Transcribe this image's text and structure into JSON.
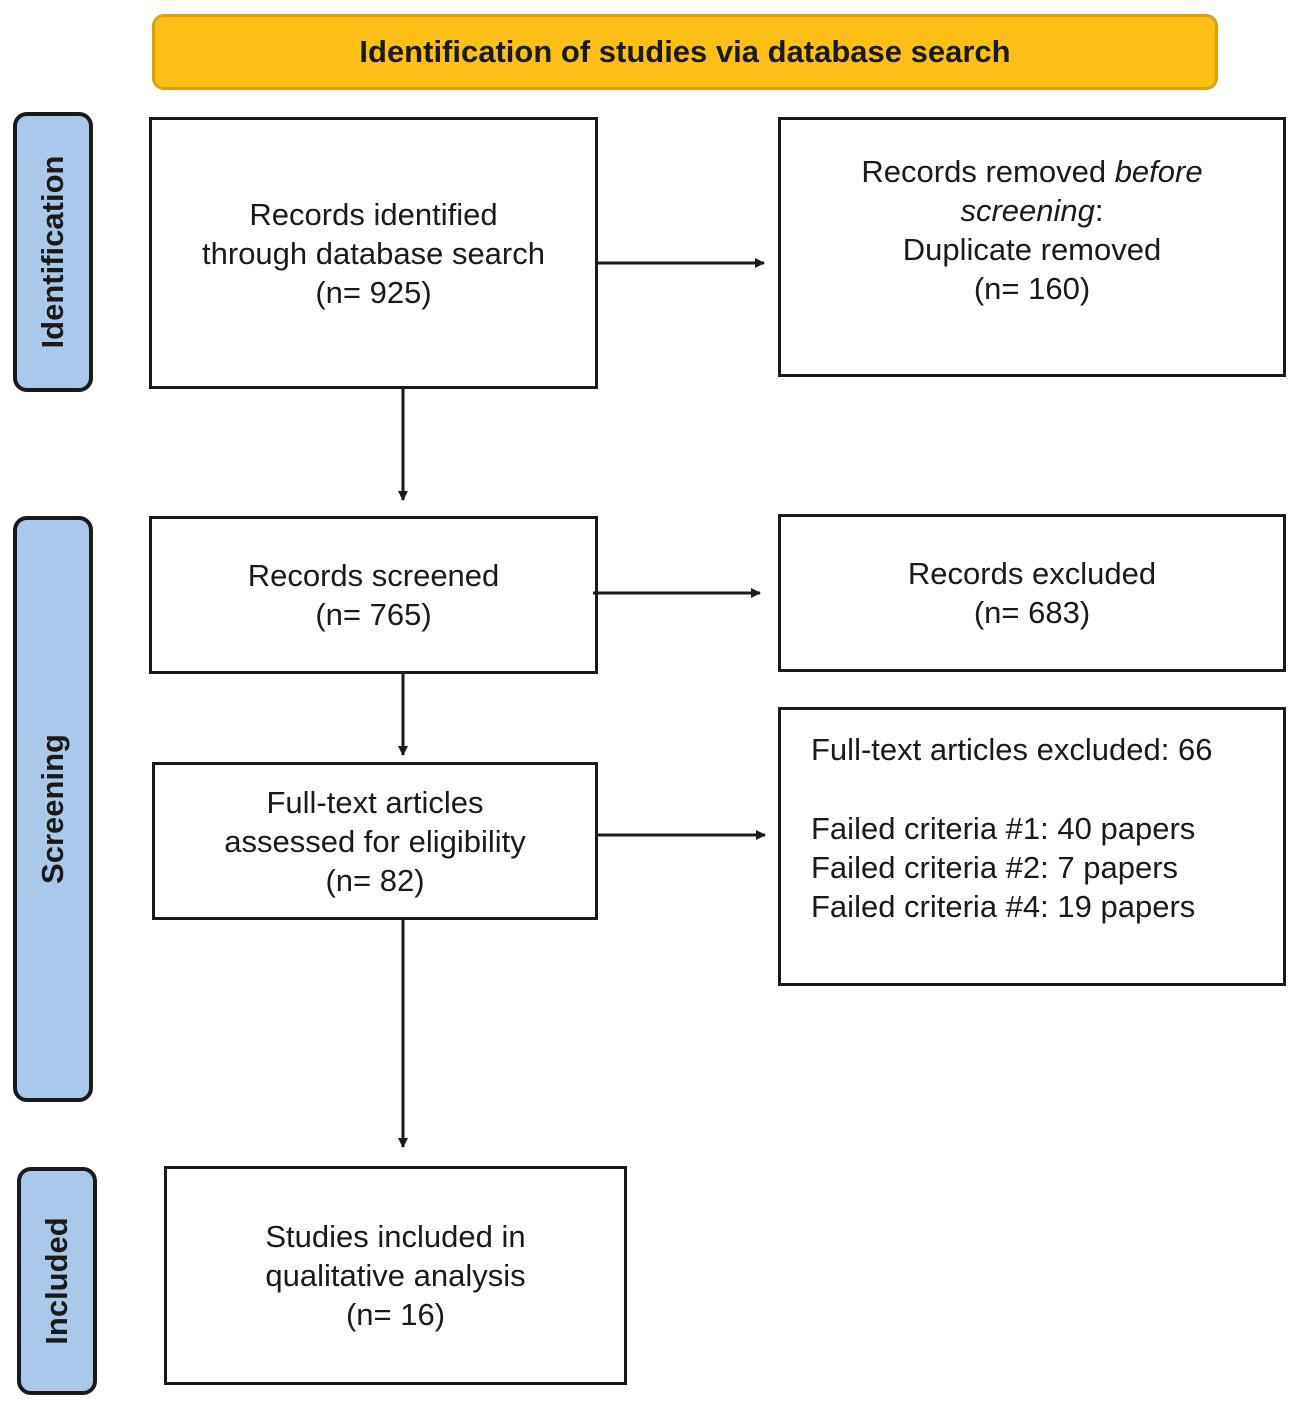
{
  "banner": {
    "title": "Identification of studies via database search"
  },
  "phases": {
    "identification": "Identification",
    "screening": "Screening",
    "included": "Included"
  },
  "boxes": {
    "records_identified": {
      "line1": "Records identified",
      "line2": "through database search",
      "count": "(n= 925)"
    },
    "records_removed": {
      "line1_pre": "Records removed ",
      "line1_em": "before",
      "line2_em": "screening",
      "line2_post": ":",
      "line3": "Duplicate removed",
      "count": "(n= 160)"
    },
    "records_screened": {
      "line1": "Records screened",
      "count": "(n= 765)"
    },
    "records_excluded": {
      "line1": "Records excluded",
      "count": "(n= 683)"
    },
    "fulltext_assessed": {
      "line1": "Full-text articles",
      "line2": "assessed for eligibility",
      "count": "(n= 82)"
    },
    "fulltext_excluded": {
      "heading": "Full-text articles excluded: 66",
      "reasons": [
        "Failed criteria #1: 40 papers",
        "Failed criteria #2: 7 papers",
        "Failed criteria #4: 19 papers"
      ]
    },
    "studies_included": {
      "line1": "Studies included in",
      "line2": "qualitative analysis",
      "count": "(n= 16)"
    }
  }
}
